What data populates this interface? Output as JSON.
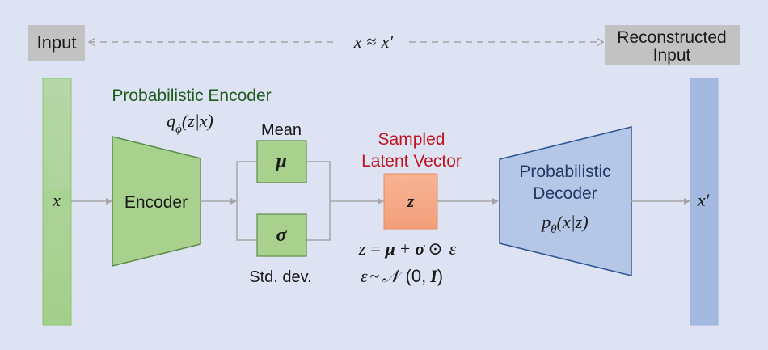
{
  "colors": {
    "background": "#dde3f2",
    "label_box": "#c2c2c2",
    "green_fill": "#a9d18e",
    "green_stroke": "#5d8c47",
    "green_text": "#1f5a1f",
    "blue_fill": "#b4c7e7",
    "blue_stroke": "#2f5597",
    "blue_text": "#1f3864",
    "orange_fill": "#f4a582",
    "red_text": "#c0151f",
    "connector": "#a6a6a6"
  },
  "top": {
    "input_label": "Input",
    "reconstructed_label_line1": "Reconstructed",
    "reconstructed_label_line2": "Input",
    "similarity_x": "x",
    "similarity_op": "≈",
    "similarity_xprime": "x′"
  },
  "input_vector": {
    "symbol": "x"
  },
  "encoder": {
    "title": "Probabilistic Encoder",
    "formula_q": "q",
    "formula_sub": "ϕ",
    "formula_args": "(z|x)",
    "label": "Encoder"
  },
  "mean_box": {
    "caption": "Mean",
    "symbol": "μ"
  },
  "std_box": {
    "caption": "Std. dev.",
    "symbol": "σ"
  },
  "latent": {
    "title_line1": "Sampled",
    "title_line2": "Latent Vector",
    "symbol": "z",
    "eq1": {
      "lhs": "z",
      "eq": "=",
      "mu": "μ",
      "plus": "+",
      "sigma": "σ",
      "odot": "⊙",
      "eps": "ε"
    },
    "eq2": {
      "eps": "ε",
      "tilde": "~",
      "normal": "𝒩",
      "open": "(0,",
      "identity": "I",
      "close": ")"
    }
  },
  "decoder": {
    "title_line1": "Probabilistic",
    "title_line2": "Decoder",
    "formula_p": "p",
    "formula_sub": "θ",
    "formula_args": "(x|z)"
  },
  "output_vector": {
    "symbol": "x′"
  }
}
